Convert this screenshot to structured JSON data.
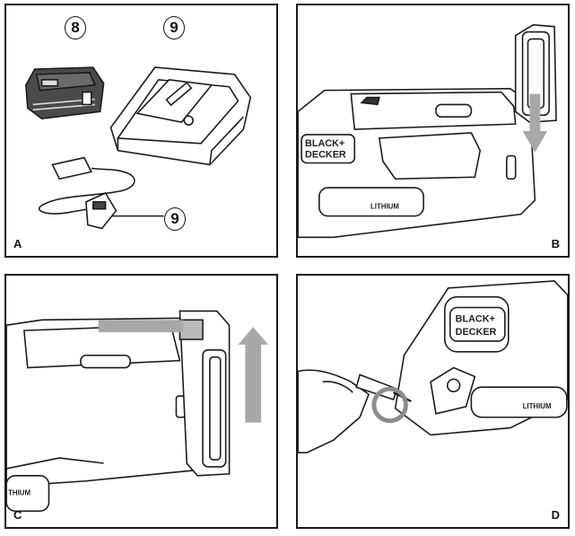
{
  "panels": [
    {
      "label": "A",
      "callouts": [
        "8",
        "9",
        "9"
      ]
    },
    {
      "label": "B",
      "brand": [
        "BLACK+",
        "DECKER"
      ],
      "text": "LITHIUM"
    },
    {
      "label": "C",
      "text": "THIUM"
    },
    {
      "label": "D",
      "brand": [
        "BLACK+",
        "DECKER"
      ],
      "text": "LITHIUM"
    }
  ],
  "colors": {
    "line": "#1a1a1a",
    "arrow": "#a8a8a8",
    "highlight": "#8c8c8c"
  }
}
